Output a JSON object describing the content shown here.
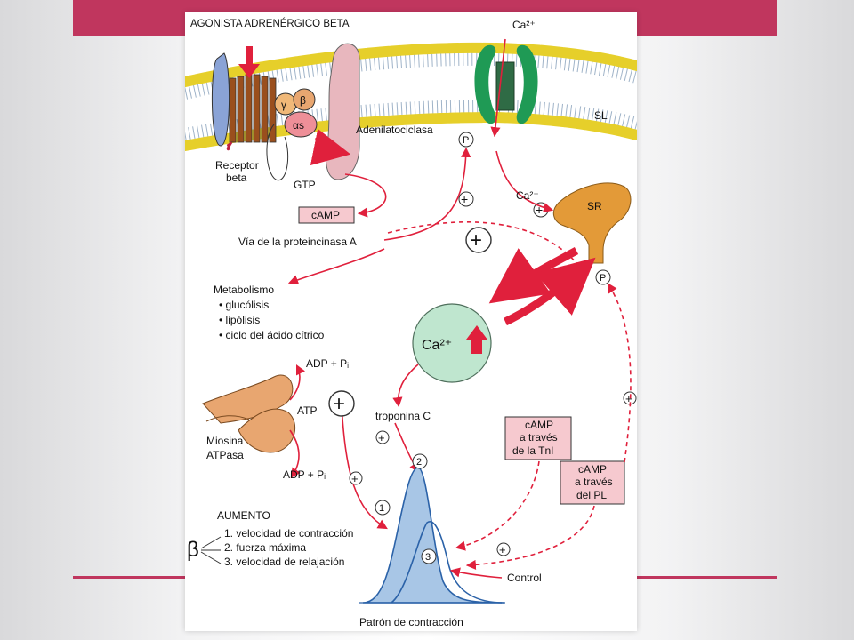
{
  "colors": {
    "slide_accent": "#c0365e",
    "arrow_red": "#e0203c",
    "membrane_lipid": "#e6cf2a",
    "channel_green": "#1f9a55",
    "receptor_brown": "#9a4f1d",
    "adenylate_pink": "#e8b7be",
    "sr_orange": "#e39a38",
    "calcium_green": "#bfe6cf",
    "curve_fill": "#a8c6e6",
    "curve_line": "#2b62a8",
    "box_pink": "#f6c9cf"
  },
  "labels": {
    "agonist": "AGONISTA ADRENÉRGICO BETA",
    "ca_top": "Ca²⁺",
    "sl": "SL",
    "gamma": "γ",
    "beta_sub": "β",
    "alpha_s": "αs",
    "receptor_line1": "Receptor",
    "receptor_line2": "beta",
    "gtp": "GTP",
    "adenylate": "Adenilatociclasa",
    "p": "P",
    "camp": "cAMP",
    "pka": "Vía de la proteincinasa A",
    "ca_sr": "Ca²⁺",
    "sr": "SR",
    "metabolism_title": "Metabolismo",
    "metabolism_items": [
      "• glucólisis",
      "• lipólisis",
      "• ciclo del ácido cítrico"
    ],
    "ca_center": "Ca²⁺",
    "adp_pi_top": "ADP + Pᵢ",
    "atp": "ATP",
    "myosin_line1": "Miosina",
    "myosin_line2": "ATPasa",
    "adp_pi_bottom": "ADP + Pᵢ",
    "troponin": "troponina C",
    "camp_tni": [
      "cAMP",
      "a través",
      "de la TnI"
    ],
    "camp_pl": [
      "cAMP",
      "a través",
      "del PL"
    ],
    "aumento": "AUMENTO",
    "beta_symbol": "β",
    "aumento_items": [
      "1. velocidad de contracción",
      "2. fuerza máxima",
      "3. velocidad de relajación"
    ],
    "num1": "1",
    "num2": "2",
    "num3": "3",
    "control": "Control",
    "pattern": "Patrón de contracción",
    "plus": "+"
  }
}
